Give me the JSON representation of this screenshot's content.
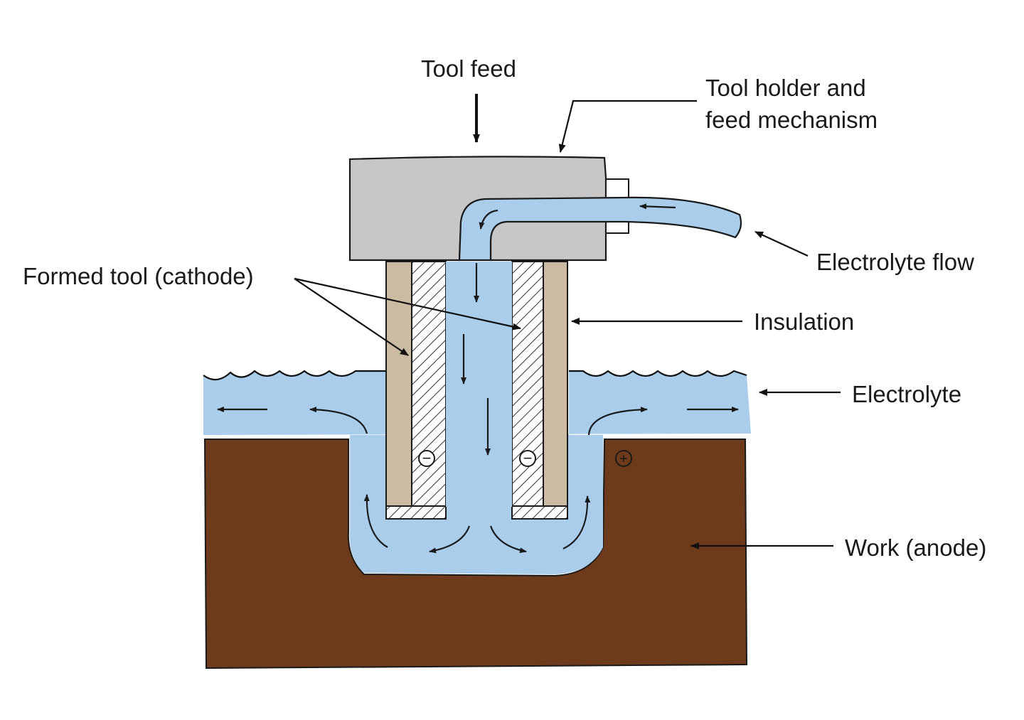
{
  "labels": {
    "tool_feed": "Tool feed",
    "tool_holder_line1": "Tool holder and",
    "tool_holder_line2": "feed mechanism",
    "electrolyte_flow": "Electrolyte flow",
    "formed_tool": "Formed tool (cathode)",
    "insulation": "Insulation",
    "electrolyte": "Electrolyte",
    "work": "Work (anode)"
  },
  "polarity": {
    "cathode_sign": "−",
    "anode_sign": "+"
  },
  "colors": {
    "electrolyte": "#a9cdeb",
    "holder": "#c7c7c7",
    "insulation": "#cbbba2",
    "work": "#6e3a1c",
    "outline": "#1a1a1a"
  }
}
